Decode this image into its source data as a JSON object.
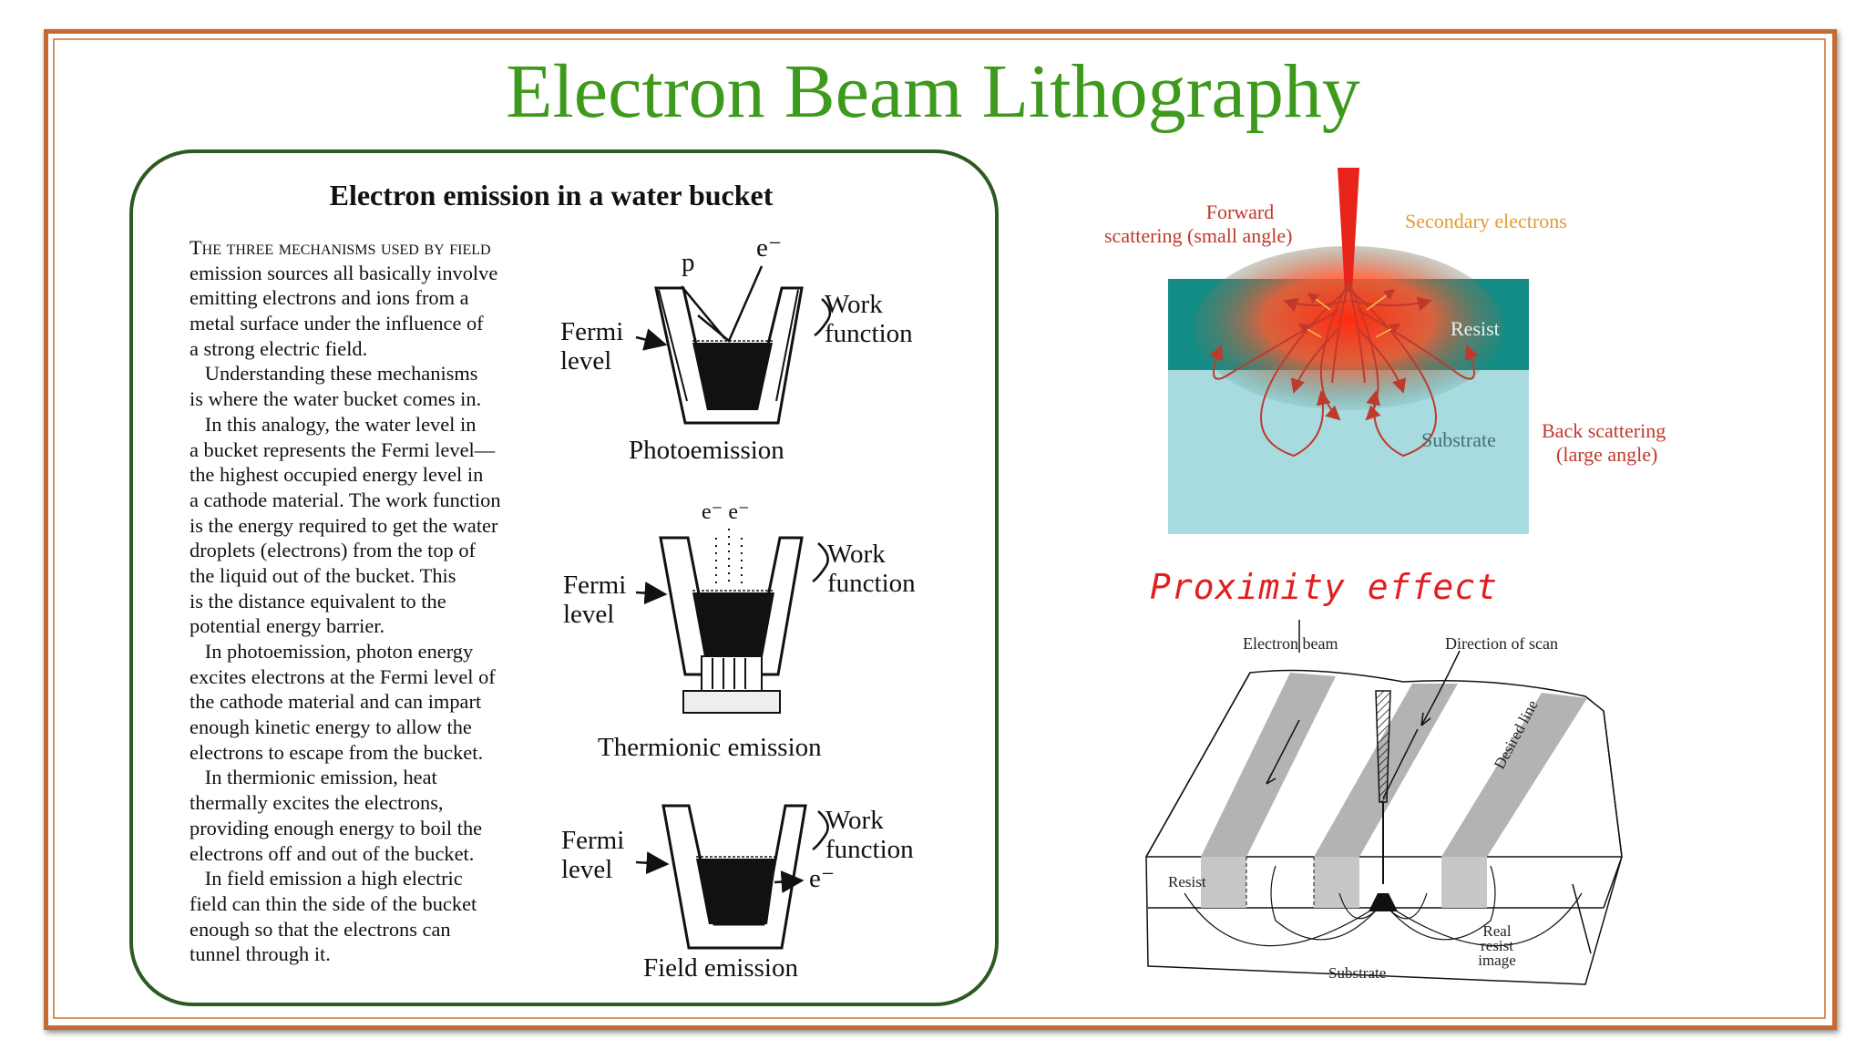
{
  "slide": {
    "title": "Electron Beam Lithography",
    "colors": {
      "title": "#3d9a1c",
      "frame": "#c46a35",
      "panel_border": "#2e5a22",
      "proximity_note": "#e02020"
    }
  },
  "bucket_panel": {
    "heading": "Electron emission in a water bucket",
    "text_lines": [
      "The three mechanisms used by field",
      "emission sources all basically involve",
      "emitting electrons and ions from a",
      "metal surface under the influence of",
      "a strong electric field.",
      "   Understanding these mechanisms",
      "is where the water bucket comes in.",
      "   In this analogy, the water level in",
      "a bucket represents the Fermi level—",
      "the highest occupied energy level in",
      "a cathode material. The work function",
      "is the energy required to get the water",
      "droplets (electrons) from the top of",
      "the liquid out of the bucket. This",
      "is the distance equivalent to the",
      "potential energy barrier.",
      "   In photoemission, photon energy",
      "excites electrons at the Fermi level of",
      "the cathode material and can impart",
      "enough kinetic energy to allow the",
      "electrons to escape from the bucket.",
      "   In thermionic emission, heat",
      "thermally excites the electrons,",
      "providing enough energy to boil the",
      "electrons off and out of the bucket.",
      "   In field emission a high electric",
      "field can thin the side of the bucket",
      "enough so that the electrons can",
      "tunnel through it."
    ],
    "label_fermi": "Fermi",
    "label_level": "level",
    "label_work": "Work",
    "label_function": "function",
    "label_p": "p",
    "label_e": "e⁻",
    "label_ee": "e⁻ e⁻",
    "caption_photo": "Photoemission",
    "caption_thermionic": "Thermionic emission",
    "caption_field": "Field emission"
  },
  "scatter_diagram": {
    "forward_line1": "Forward",
    "forward_line2": "scattering (small angle)",
    "secondary": "Secondary electrons",
    "resist": "Resist",
    "substrate": "Substrate",
    "back_line1": "Back scattering",
    "back_line2": "(large angle)",
    "colors": {
      "resist": "#128c84",
      "substrate": "#a8dbe0",
      "beam": "#e8231a",
      "label": "#c0392b",
      "secondary": "#e39b2d"
    }
  },
  "proximity": {
    "heading": "Proximity effect",
    "electron_beam": "Electron beam",
    "direction_of_scan": "Direction of scan",
    "desired_line": "Desired line",
    "resist": "Resist",
    "substrate": "Substrate",
    "real_line1": "Real",
    "real_line2": "resist",
    "real_line3": "image"
  }
}
